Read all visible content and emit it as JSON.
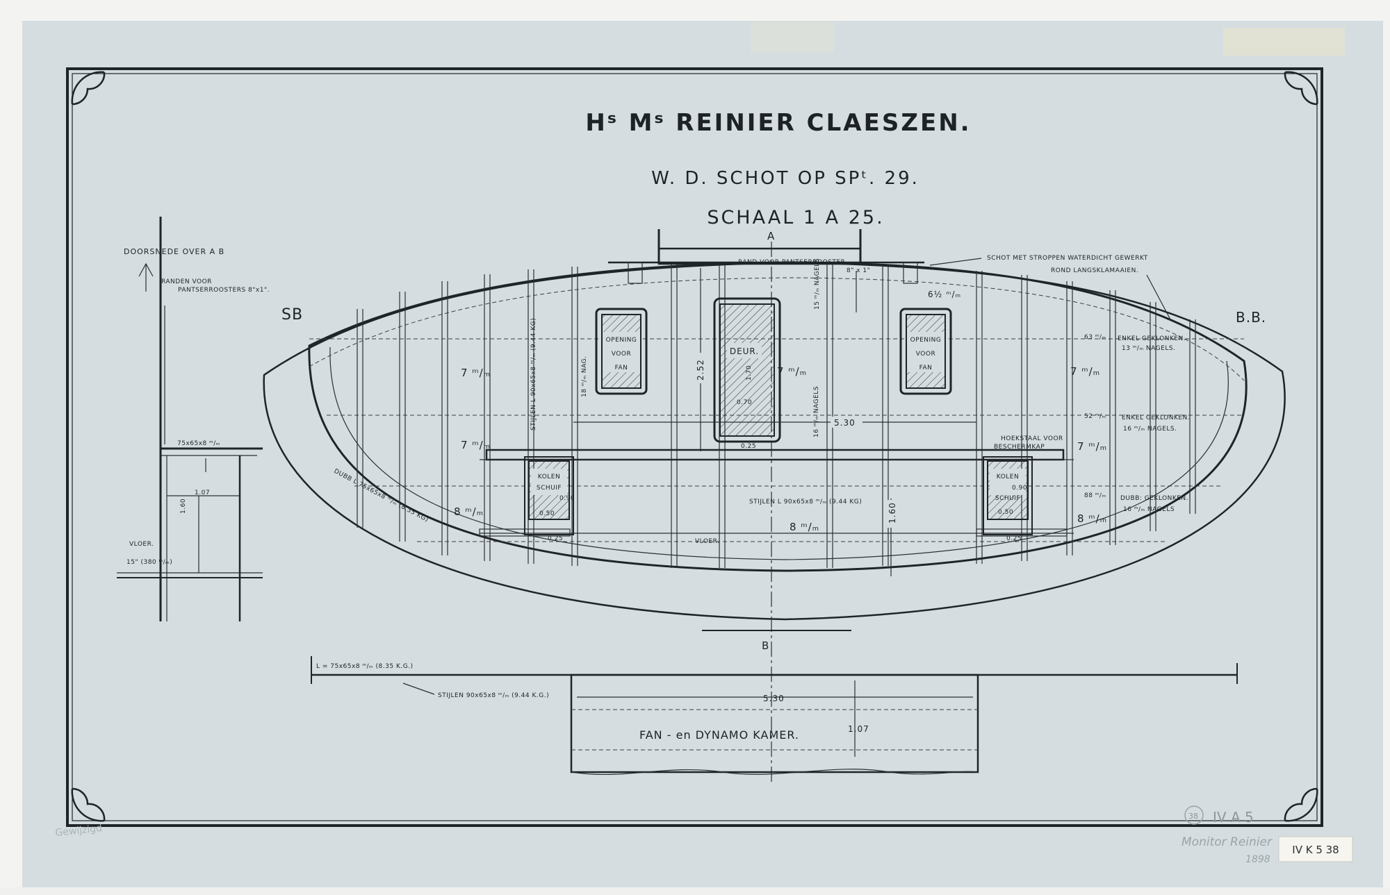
{
  "title": "Hˢ Mˢ REINIER CLAESZEN.",
  "subtitle": "W. D. SCHOT OP SPᵗ. 29.",
  "scale": "SCHAAL 1 A 25.",
  "side_left": "SB",
  "side_right": "B.B.",
  "section_a": "A",
  "section_b": "B",
  "left_section": {
    "heading": "DOORSNEDE OVER A B",
    "randen": "RANDEN VOOR",
    "pantserroosters": "PANTSERROOSTERS 8\"x1\".",
    "angle": "75x65x8 ᵐ/ₘ",
    "width": "1.07",
    "height": "1.60",
    "vloer": "VLOER.",
    "vloer_dim": "15\" (380 ᵐ/ₘ)"
  },
  "labels": {
    "rand_pantser": "RAND VOOR PANTSERROOSTER",
    "rand_size": "8\" x 1\"",
    "schot_stroppen": "SCHOT MET STROPPEN WATERDICHT GEWERKT",
    "rond_langs": "ROND LANGSKLAMAAIEN.",
    "plate_upper": "6½ ᵐ/ₘ",
    "plate_7": "7 ᵐ/ₘ",
    "plate_8": "8 ᵐ/ₘ",
    "opening_1": "OPENING",
    "opening_2": "VOOR",
    "opening_3": "FAN",
    "deur": "DEUR.",
    "deur_h": "1.70",
    "deur_w": "0.70",
    "deur_gap": "0.25",
    "height_252": "2.52",
    "width_530": "5.30",
    "height_160": "1.60",
    "kolen_1": "KOLEN",
    "kolen_2": "SCHUIF",
    "kolen_h": "0.90",
    "kolen_w": "0.50",
    "kolen_gap": "0.25",
    "hoekstaal_1": "HOEKSTAAL VOOR",
    "hoekstaal_2": "BESCHERMKAP",
    "stijlen_left": "STIJLEN L 90x65x8 ᵐ/ₘ (9.44 KG)",
    "stijlen_mid": "STIJLEN L 90x65x8 ᵐ/ₘ (9.44 KG)",
    "dubb_l": "DUBB L 75x65x8 ᵐ/ₘ (8.35 KG)",
    "vloer": "VLOER.",
    "nag_1": "18 ᵐ/ₘ NAG.",
    "nag_2": "15 ᵐ/ₘ NAGELS",
    "nag_3": "16 ᵐ/ₘ NAGELS",
    "enkel_1": "ENKEL GEKLONKEN.",
    "enkel_1b": "13 ᵐ/ₘ NAGELS.",
    "enkel_2": "ENKEL GEKLONKEN.",
    "enkel_2b": "16 ᵐ/ₘ NAGELS.",
    "dubb_gekl": "DUBB: GEKLONKEN.",
    "dubb_gekl_b": "16 ᵐ/ₘ NAGELS",
    "pitch_63": "63 ᵐ/ₘ",
    "pitch_52": "52 ᵐ/ₘ",
    "pitch_88": "88 ᵐ/ₘ"
  },
  "plan": {
    "l_label": "L = 75x65x8 ᵐ/ₘ (8.35 K.G.)",
    "stijlen": "STIJLEN 90x65x8 ᵐ/ₘ (9.44 K.G.)",
    "width": "5.30",
    "depth": "1.07",
    "room": "FAN - en DYNAMO KAMER."
  },
  "stamps": {
    "ref": "IV K 5 38",
    "archive_1": "IV A 5",
    "archive_2": "Monitor Reinier",
    "archive_3": "1898",
    "circle": "38",
    "corner_left": "Gewijzigd"
  }
}
